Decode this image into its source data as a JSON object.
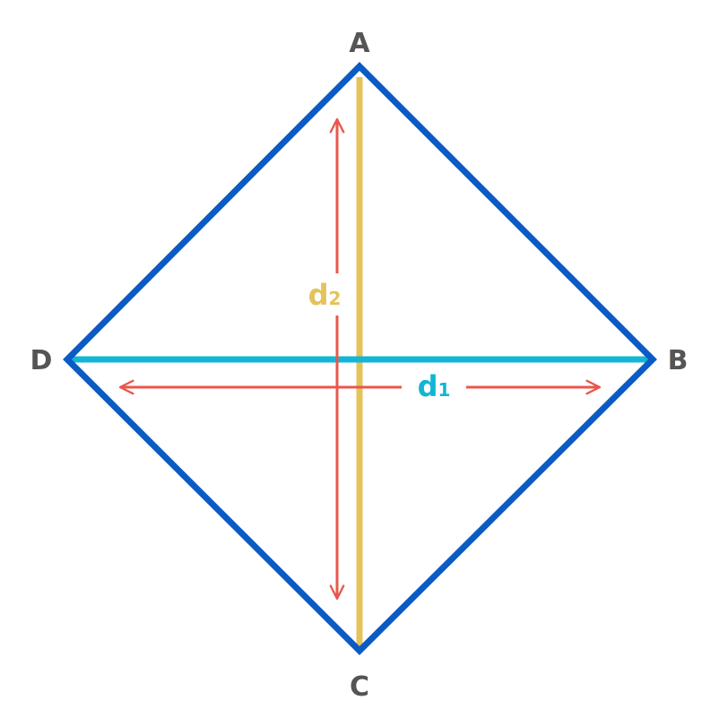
{
  "vertices": {
    "top": "A",
    "right": "B",
    "bottom": "C",
    "left": "D"
  },
  "diagonals": {
    "horizontal": {
      "symbol": "d",
      "subscript": "1"
    },
    "vertical": {
      "symbol": "d",
      "subscript": "2"
    }
  },
  "colors": {
    "outline": "#0a5bc4",
    "horizontal_diagonal": "#12b6d4",
    "vertical_diagonal": "#e3c35a",
    "arrows": "#e8574c",
    "vertex_text": "#555555"
  }
}
